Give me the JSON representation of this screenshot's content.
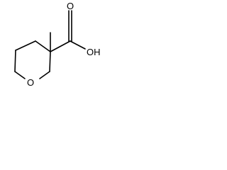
{
  "molecule": {
    "atoms": {
      "hydroxyl": "OH",
      "carbonyl_oxygen": "O",
      "ring_oxygen": "O"
    },
    "colors": {
      "bond": "#000000",
      "label": "#000000",
      "background": "#ffffff"
    }
  }
}
